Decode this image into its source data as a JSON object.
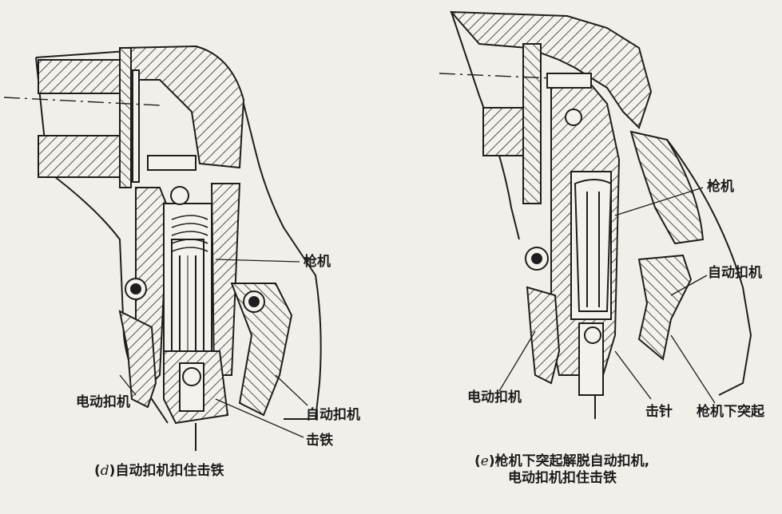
{
  "left_panel": {
    "labels": {
      "bolt": "枪机",
      "electric_sear": "电动扣机",
      "auto_sear": "自动扣机",
      "hammer": "击铁"
    },
    "caption": {
      "prefix": "(",
      "letter": "d",
      "text": ")自动扣机扣住击铁"
    }
  },
  "right_panel": {
    "labels": {
      "bolt": "枪机",
      "auto_sear": "自动扣机",
      "electric_sear": "电动扣机",
      "firing_pin": "击针",
      "bolt_lug": "枪机下突起"
    },
    "caption": {
      "prefix": "(",
      "letter": "e",
      "line1": ")枪机下突起解脱自动扣机,",
      "line2": "电动扣机扣住击铁"
    }
  },
  "colors": {
    "ink": "#1c1c1c",
    "paper": "#f1efe9"
  }
}
